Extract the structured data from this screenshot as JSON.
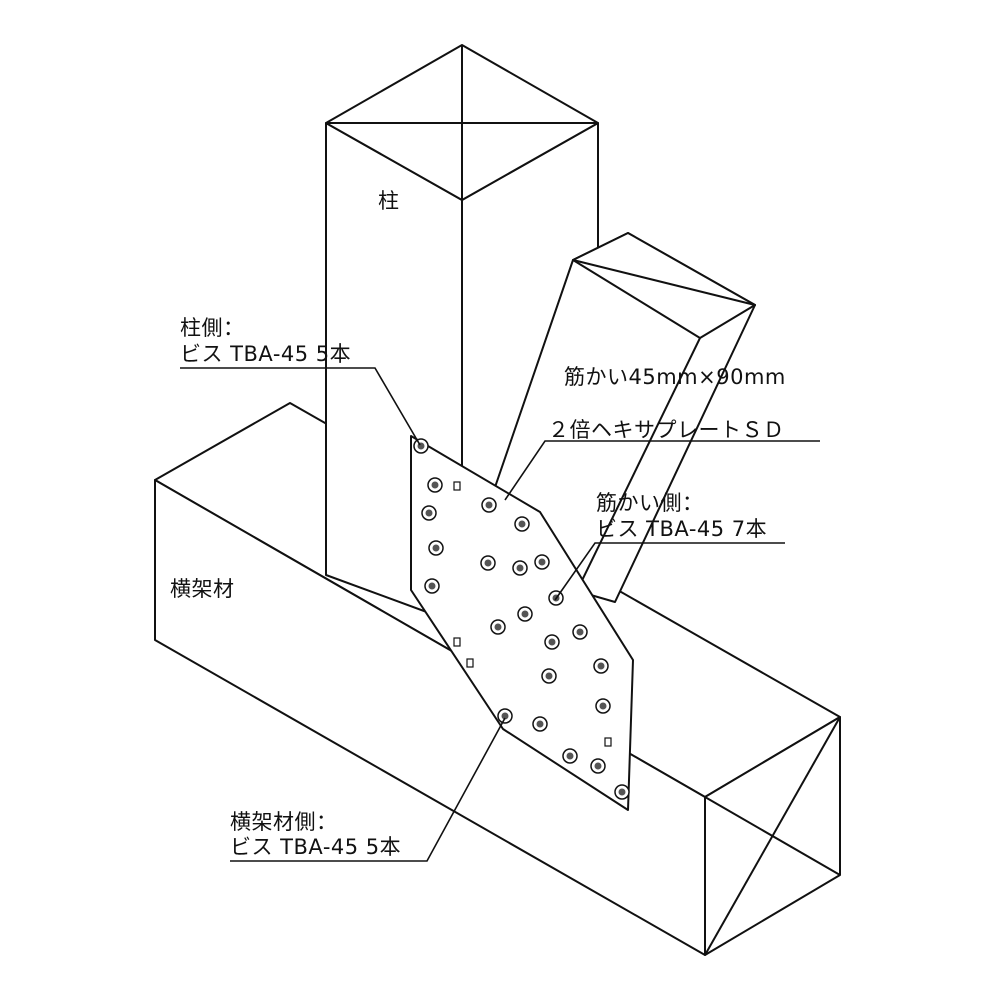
{
  "labels": {
    "column": "柱",
    "beam": "横架材",
    "brace": "筋かい45mm×90mm",
    "plate": "２倍ヘキサプレートＳＤ",
    "column_side": {
      "line1": "柱側：",
      "line2": "ビス TBA-45 5本"
    },
    "brace_side": {
      "line1": "筋かい側：",
      "line2": "ビス TBA-45 7本"
    },
    "beam_side": {
      "line1": "横架材側：",
      "line2": "ビス TBA-45 5本"
    }
  },
  "colors": {
    "line": "#111111",
    "fill": "#ffffff",
    "plate": "#ffffff",
    "screw": "#555555"
  }
}
